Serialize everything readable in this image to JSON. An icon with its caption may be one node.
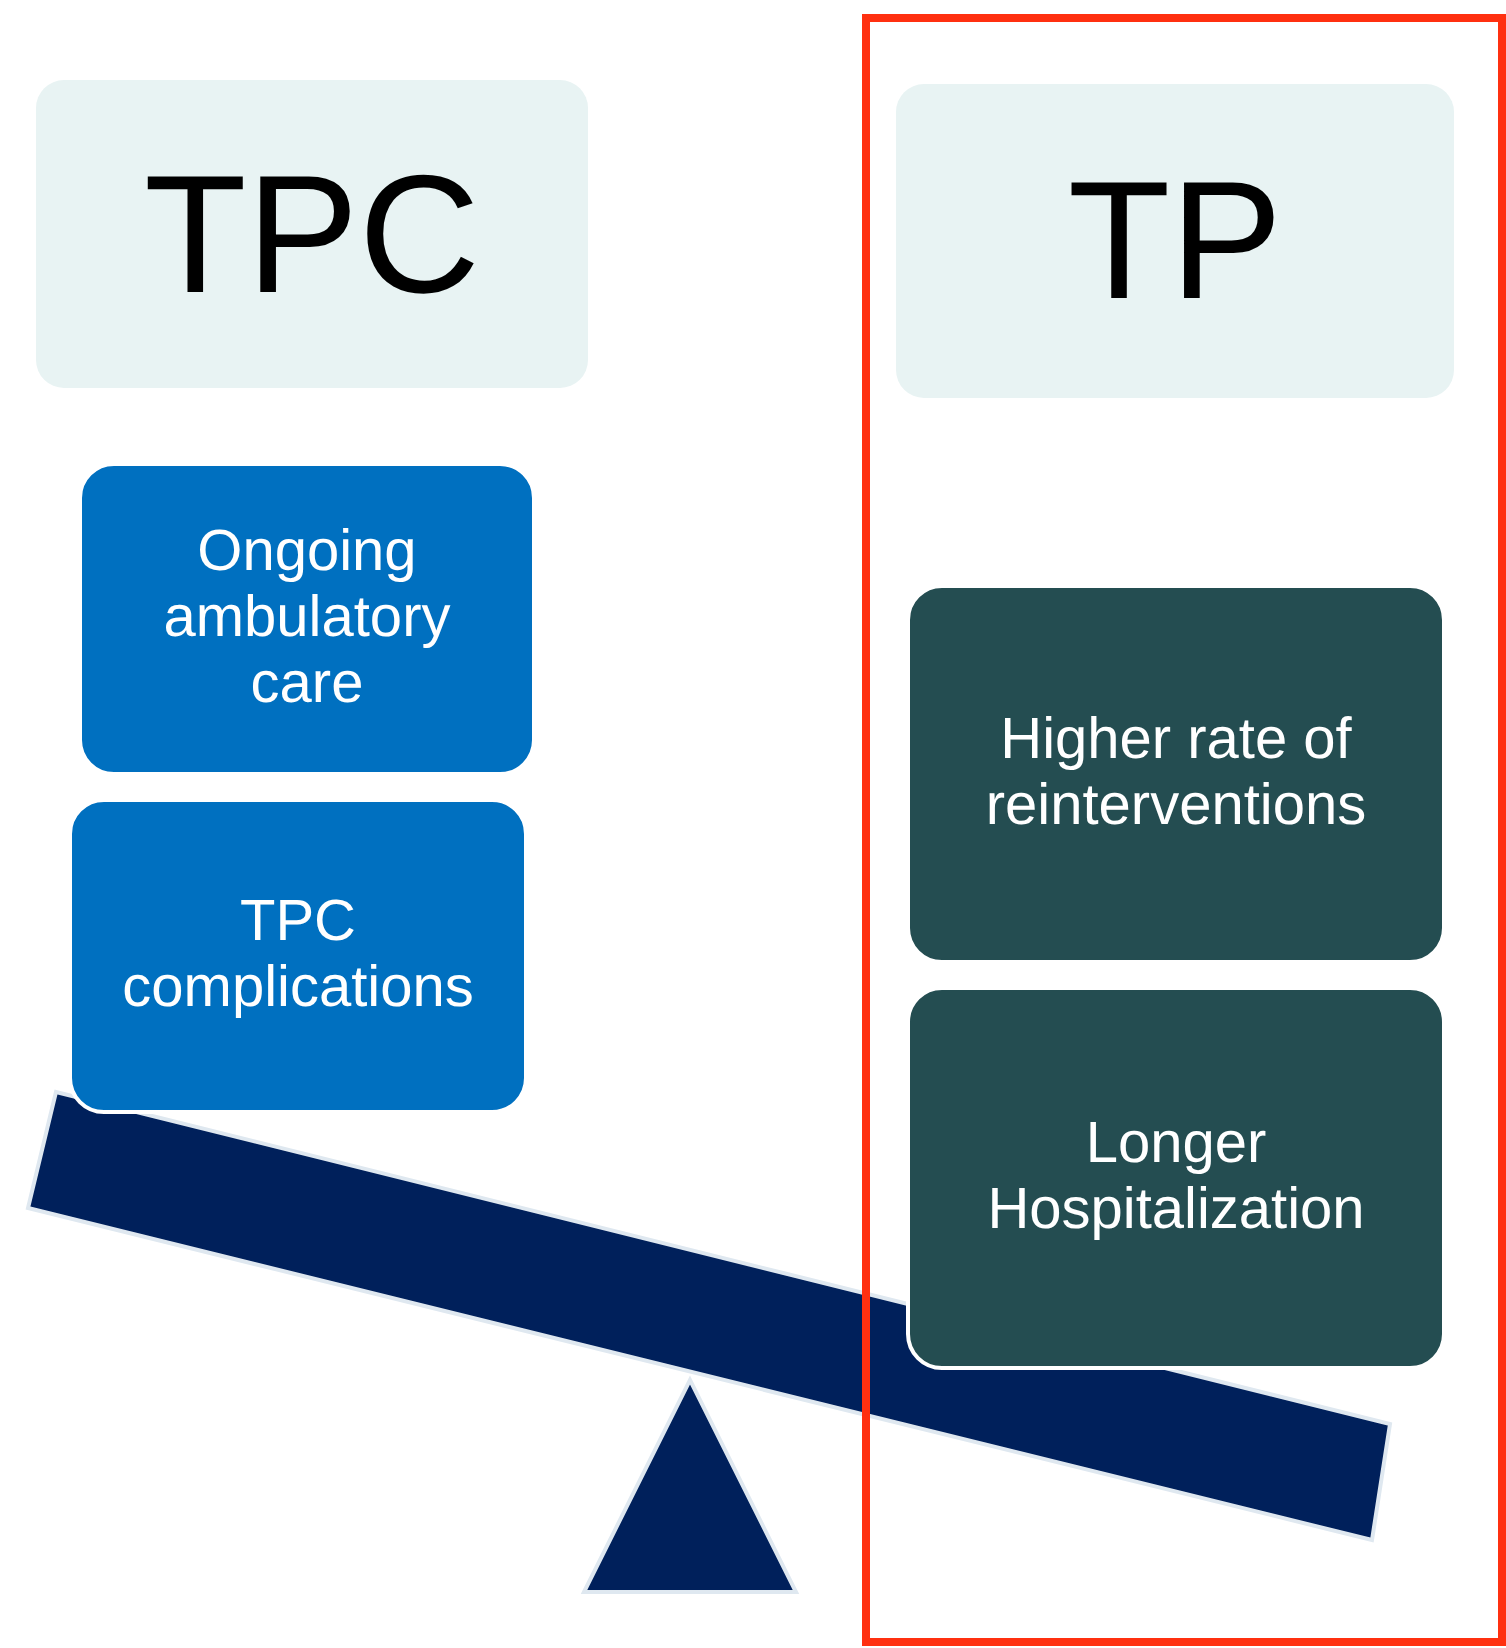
{
  "diagram": {
    "nodes": [
      {
        "text": [
          "TPC"
        ]
      },
      {
        "text": [
          "Ongoing ambulatory care"
        ]
      },
      {
        "text": [
          "TPC complications"
        ]
      },
      {
        "text": [],
        "shape": "box"
      },
      {
        "text": [
          "TP"
        ],
        "in": 3
      },
      {
        "text": [
          "Higher rate of reinterventions"
        ],
        "in": 3
      },
      {
        "text": [
          "Longer Hospitalization"
        ],
        "in": 3
      }
    ]
  }
}
